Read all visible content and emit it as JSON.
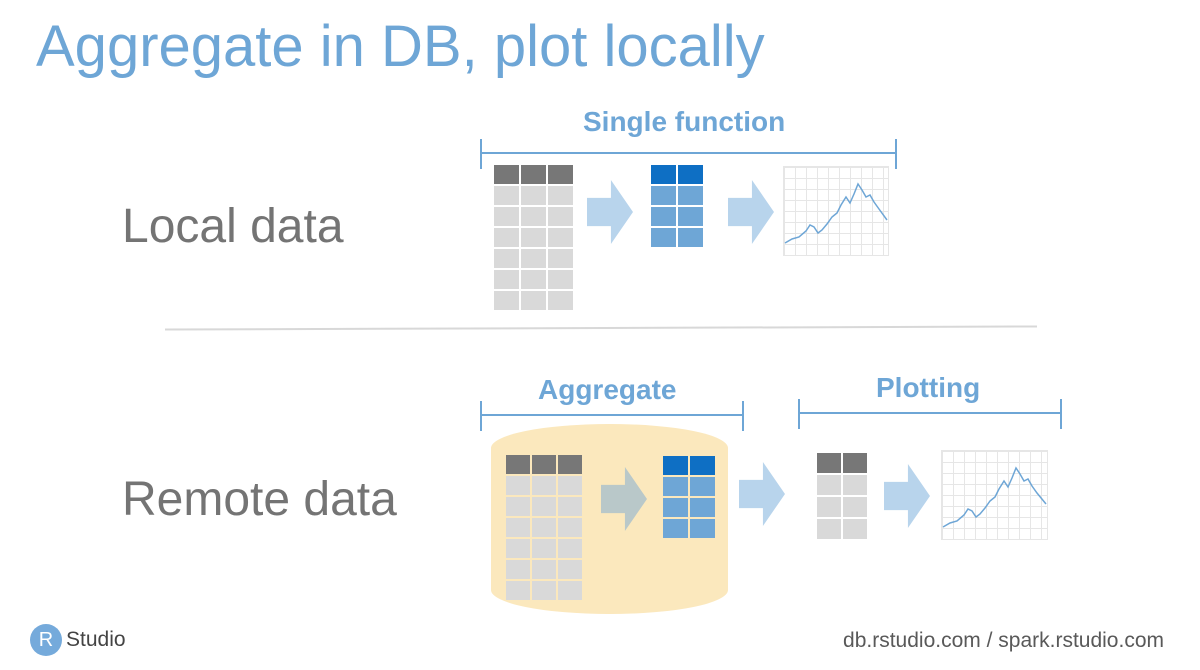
{
  "slide": {
    "title": "Aggregate in DB, plot locally",
    "rows": {
      "local": "Local data",
      "remote": "Remote data"
    },
    "brackets": {
      "single_function": "Single function",
      "aggregate": "Aggregate",
      "plotting": "Plotting"
    },
    "logo": {
      "letter": "R",
      "word": "Studio"
    },
    "footer_url": "db.rstudio.com / spark.rstudio.com"
  },
  "colors": {
    "title": "#6ea6d6",
    "label_gray": "#747474",
    "table_header_gray": "#777777",
    "table_cell_gray": "#d9d9d9",
    "table_header_blue": "#0e6fc4",
    "table_cell_blue": "#6ea6d6",
    "database": "#fbe8bd",
    "arrow": "#b8d4ec"
  }
}
